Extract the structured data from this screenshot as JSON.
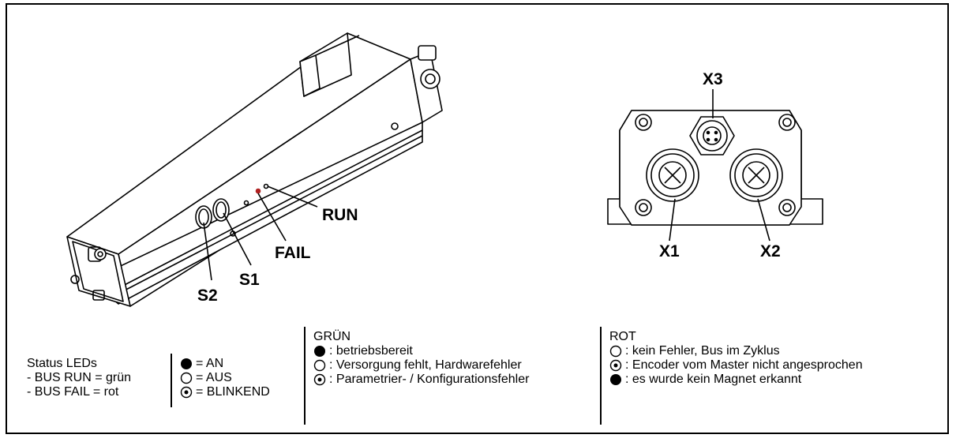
{
  "callouts": {
    "run": "RUN",
    "fail": "FAIL",
    "s1": "S1",
    "s2": "S2",
    "x1": "X1",
    "x2": "X2",
    "x3": "X3"
  },
  "legend": {
    "status": {
      "title": "Status LEDs",
      "line1": "- BUS RUN = grün",
      "line2": "- BUS FAIL = rot"
    },
    "states": {
      "on": "= AN",
      "off": "= AUS",
      "blink": "= BLINKEND"
    },
    "green": {
      "title": "GRÜN",
      "on": ": betriebsbereit",
      "off": ": Versorgung fehlt, Hardwarefehler",
      "blink": ": Parametrier- / Konfigurationsfehler"
    },
    "red": {
      "title": "ROT",
      "off": ": kein Fehler, Bus im Zyklus",
      "blink": ": Encoder vom Master nicht angesprochen",
      "on": ": es wurde kein Magnet erkannt"
    }
  },
  "symbols": {
    "filled": "filled-circle-icon",
    "empty": "empty-circle-icon",
    "dotted": "dotted-circle-icon"
  }
}
